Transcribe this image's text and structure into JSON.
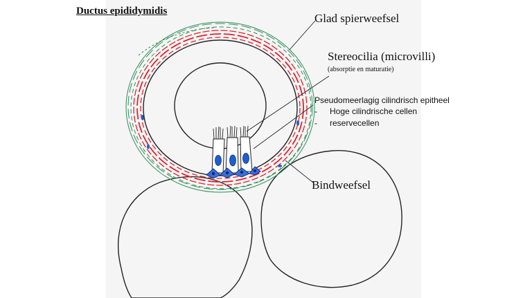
{
  "title": "Ductus epididymidis",
  "labels": {
    "smooth_muscle": "Glad spierweefsel",
    "stereocilia": "Stereocilia (microvilli)",
    "stereocilia_sub": "(absorptie en maturatie)",
    "epithelium": "Pseudomeerlagig cilindrisch epitheel",
    "bullet": "-",
    "epithelium_item_1": "Hoge cilindrische cellen",
    "epithelium_item_2": "reservecellen",
    "connective_tissue": "Bindweefsel"
  },
  "colors": {
    "outline": "#222222",
    "smooth_muscle_stroke": "#2e8b57",
    "red_layer": "#e0202a",
    "nucleus": "#1e5fd0",
    "nucleus_dark": "#0a2a7a",
    "background_panel": "#f5f5f5"
  }
}
